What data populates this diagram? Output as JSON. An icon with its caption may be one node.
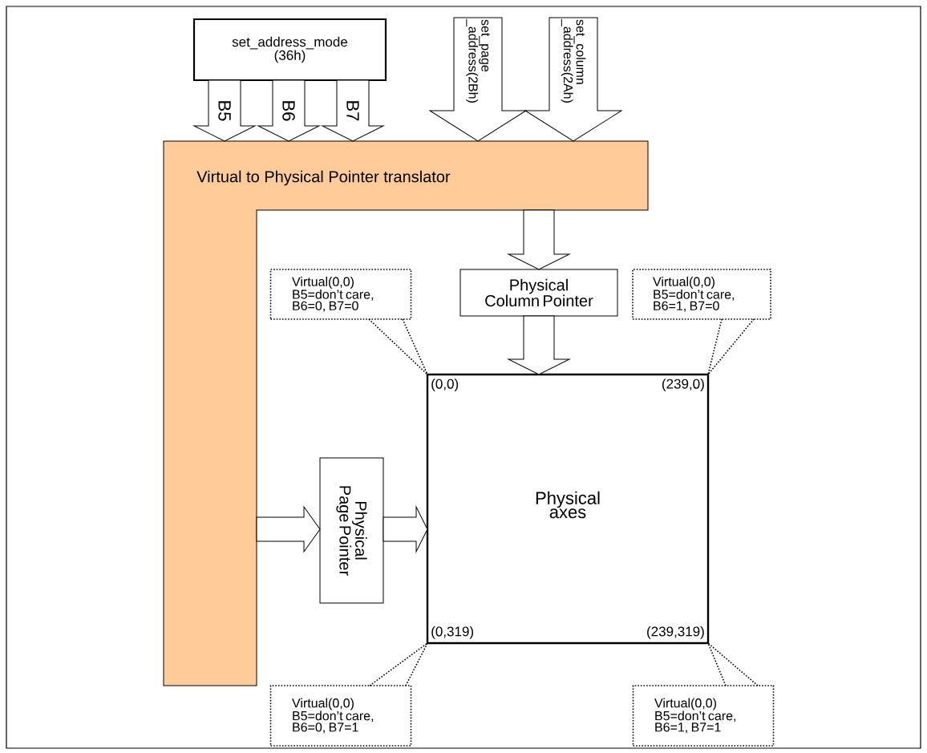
{
  "diagram": {
    "nodes": [
      {
        "text": [
          "set_address_mode (36h)"
        ]
      },
      {
        "text": [
          "Virtual to Physical Pointer translator"
        ]
      },
      {
        "text": [
          "Virtual(0,0) B5=don’t care, B6=0, B7=0"
        ]
      },
      {
        "text": [
          "Physical Column Pointer"
        ]
      },
      {
        "text": [
          "Virtual(0,0) B5=don’t care, B6=1, B7=0"
        ]
      },
      {
        "text": [
          "Physical Page Pointer"
        ]
      },
      {
        "text": [
          "Physical axes",
          "(0,0)",
          "(239,0)",
          "(0,319)",
          "(239,319)"
        ]
      },
      {
        "text": [
          "Virtual(0,0) B5=don’t care, B6=0, B7=1"
        ]
      },
      {
        "text": [
          "Virtual(0,0) B5=don’t care, B6=1, B7=1"
        ]
      }
    ],
    "edges": [
      {
        "from": 0,
        "to": 1,
        "arrow": "to",
        "label": "B5"
      },
      {
        "from": 0,
        "to": 1,
        "arrow": "to",
        "label": "B6"
      },
      {
        "from": 0,
        "to": 1,
        "arrow": "to",
        "label": "B7"
      },
      {
        "from": null,
        "to": 1,
        "arrow": "to",
        "label": "set_page _address(2Bh)"
      },
      {
        "from": null,
        "to": 1,
        "arrow": "to",
        "label": "set_column _address(2Ah)"
      },
      {
        "from": 1,
        "to": 3,
        "arrow": "to"
      },
      {
        "from": 3,
        "to": 6,
        "arrow": "to"
      },
      {
        "from": 1,
        "to": 5,
        "arrow": "to"
      },
      {
        "from": 5,
        "to": 6,
        "arrow": "to"
      },
      {
        "from": 2,
        "to": 6,
        "arrow": "none",
        "style": "dashed"
      },
      {
        "from": 4,
        "to": 6,
        "arrow": "none",
        "style": "dashed"
      },
      {
        "from": 7,
        "to": 6,
        "arrow": "none",
        "style": "dashed"
      },
      {
        "from": 8,
        "to": 6,
        "arrow": "none",
        "style": "dashed"
      }
    ]
  }
}
